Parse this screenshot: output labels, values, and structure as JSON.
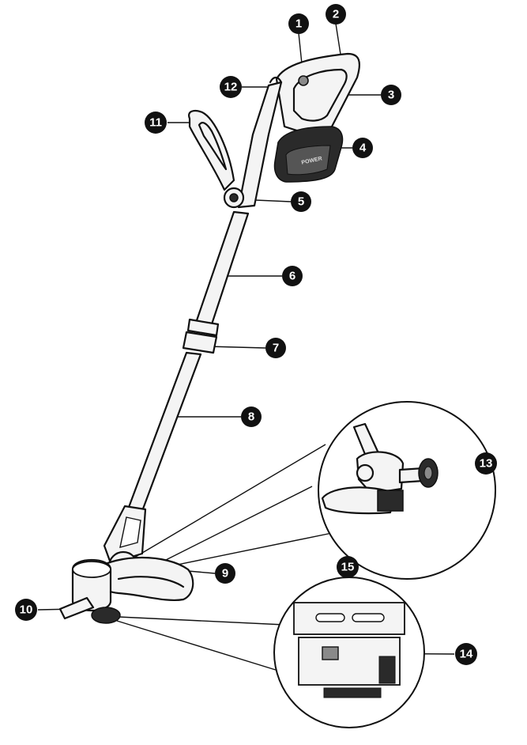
{
  "callouts": [
    {
      "id": "1",
      "label": "1"
    },
    {
      "id": "2",
      "label": "2"
    },
    {
      "id": "3",
      "label": "3"
    },
    {
      "id": "4",
      "label": "4"
    },
    {
      "id": "5",
      "label": "5"
    },
    {
      "id": "6",
      "label": "6"
    },
    {
      "id": "7",
      "label": "7"
    },
    {
      "id": "8",
      "label": "8"
    },
    {
      "id": "9",
      "label": "9"
    },
    {
      "id": "10",
      "label": "10"
    },
    {
      "id": "11",
      "label": "11"
    },
    {
      "id": "12",
      "label": "12"
    },
    {
      "id": "13",
      "label": "13"
    },
    {
      "id": "14",
      "label": "14"
    },
    {
      "id": "15",
      "label": "15"
    }
  ],
  "battery_text": "POWER",
  "colors": {
    "ink": "#111111",
    "paper": "#ffffff",
    "callout": "#111111",
    "gray": "#8a8a8a"
  }
}
